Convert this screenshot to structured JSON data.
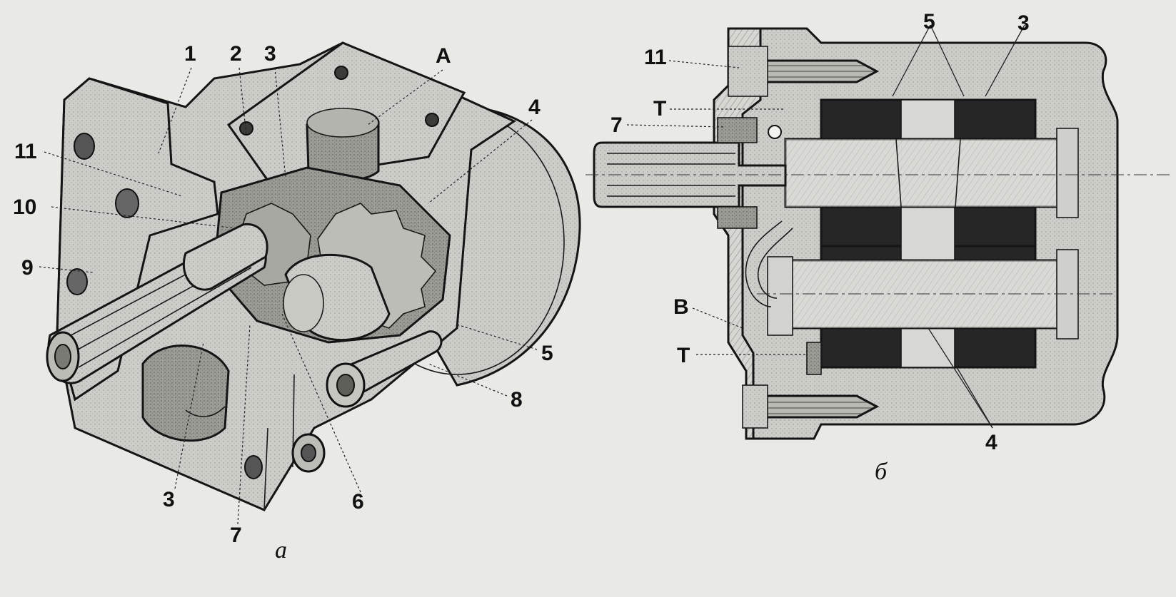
{
  "figures": [
    {
      "id": "a",
      "caption": "a",
      "view": "isometric cutaway",
      "labels": [
        "1",
        "2",
        "3",
        "A",
        "4",
        "11",
        "10",
        "9",
        "5",
        "8",
        "3",
        "7",
        "6"
      ]
    },
    {
      "id": "b",
      "caption": "б",
      "view": "sectional",
      "labels": [
        "11",
        "5",
        "3",
        "T",
        "7",
        "B",
        "T",
        "4"
      ]
    }
  ],
  "colors": {
    "paper": "#e9e9e6",
    "ink": "#111111",
    "housing": "#cfcfcb",
    "shadow": "#9a9a95",
    "gear_dark": "#2a2a2a"
  },
  "icons": [
    "gear-pump-cutaway-drawing",
    "gear-pump-section-drawing"
  ]
}
